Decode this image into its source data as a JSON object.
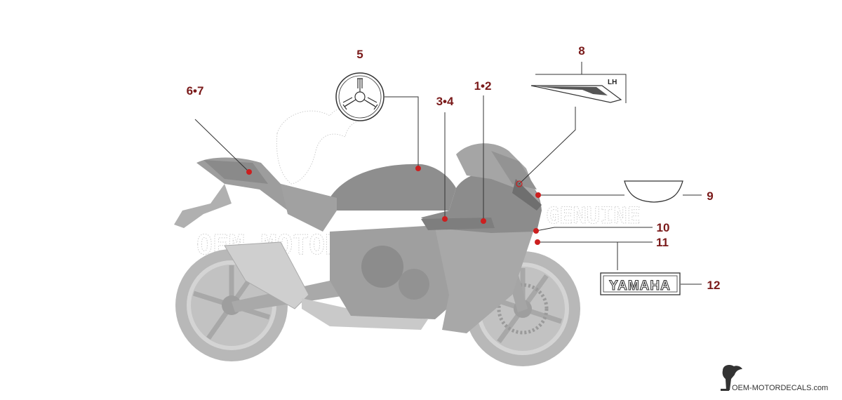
{
  "callouts": {
    "c1": "1•2",
    "c2": "3•4",
    "c3": "5",
    "c4": "6•7",
    "c5": "8",
    "c6": "9",
    "c7": "10",
    "c8": "11",
    "c9": "12"
  },
  "decals": {
    "side_label": "LH",
    "brand_text": "YAMAHA"
  },
  "watermark": {
    "genuine": "GENUINE",
    "site": "OEM-MOTORDECALS.com"
  },
  "footer": {
    "site": "OEM-MOTORDECALS.com"
  },
  "colors": {
    "callout": "#7a1a1a",
    "dot": "#cc1f1f",
    "line": "#333333",
    "bike": "#bdbdbd"
  }
}
